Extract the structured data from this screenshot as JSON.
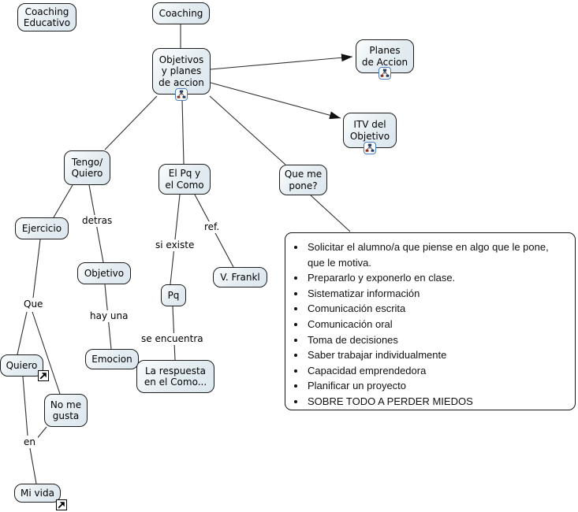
{
  "colors": {
    "canvas_bg": "#ffffff",
    "node_fill_top": "#fbfdfe",
    "node_fill_bottom": "#dce7ee",
    "node_border": "#1c1c1c",
    "connector_line": "#2f2f2f",
    "arrowhead": "#111111",
    "icon_blue": "#4a7ec2",
    "icon_navy": "#233f63",
    "icon_red": "#8d2f23",
    "text": "#000000"
  },
  "nodes": {
    "coaching_educativo": {
      "label": "Coaching\nEducativo"
    },
    "coaching": {
      "label": "Coaching"
    },
    "objetivos_y_planes": {
      "label": "Objetivos\ny planes\nde accion"
    },
    "planes_de_accion": {
      "label": "Planes\nde Accion"
    },
    "itv_del_objetivo": {
      "label": "ITV del\nObjetivo"
    },
    "tengo_quiero": {
      "label": "Tengo/\nQuiero"
    },
    "el_pq_y_el_como": {
      "label": "El Pq y\nel Como"
    },
    "que_me_pone": {
      "label": "Que me\npone?"
    },
    "ejercicio": {
      "label": "Ejercicio"
    },
    "objetivo": {
      "label": "Objetivo"
    },
    "v_frankl": {
      "label": "V. Frankl"
    },
    "pq": {
      "label": "Pq"
    },
    "emocion": {
      "label": "Emocion"
    },
    "la_respuesta": {
      "label": "La respuesta\nen el Como..."
    },
    "quiero": {
      "label": "Quiero"
    },
    "no_me_gusta": {
      "label": "No me\ngusta"
    },
    "mi_vida": {
      "label": "Mi vida"
    }
  },
  "link_labels": {
    "detras": "detras",
    "si_existe": "si existe",
    "ref": "ref.",
    "que": "Que",
    "hay_una": "hay una",
    "se_encuentra": "se encuentra",
    "en": "en"
  },
  "notes": {
    "items": [
      "Solicitar el alumno/a que piense en algo que le pone, que le motiva.",
      "Prepararlo y exponerlo en clase.",
      "Sistematizar información",
      "Comunicación escrita",
      "Comunicación oral",
      "Toma de decisiones",
      "Saber trabajar individualmente",
      "Capacidad emprendedora",
      "Planificar un proyecto",
      "SOBRE TODO A PERDER MIEDOS"
    ]
  },
  "icons": {
    "submap": "concept-map-submap-icon",
    "resource_link": "resource-link-arrow-icon"
  }
}
